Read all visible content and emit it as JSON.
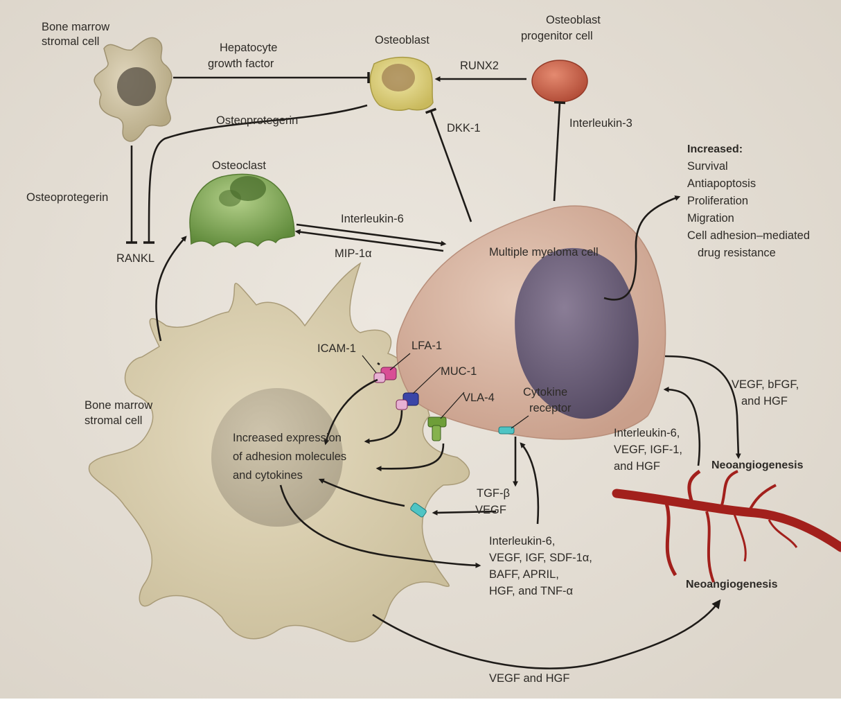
{
  "cells": {
    "stromal_top": [
      "Bone marrow",
      "stromal cell"
    ],
    "osteoblast": "Osteoblast",
    "progenitor": [
      "Osteoblast",
      "progenitor cell"
    ],
    "osteoclast": "Osteoclast",
    "myeloma": "Multiple myeloma cell",
    "stromal_bottom": [
      "Bone marrow",
      "stromal cell"
    ]
  },
  "signals": {
    "hgf_top": [
      "Hepatocyte",
      "growth factor"
    ],
    "runx2": "RUNX2",
    "osteoprotegerin_curve": "Osteoprotegerin",
    "dkk1": "DKK-1",
    "il3": "Interleukin-3",
    "osteoprotegerin_left": "Osteoprotegerin",
    "rankl": "RANKL",
    "il6": "Interleukin-6",
    "mip1a": "MIP-1α",
    "tgfb_vegf": [
      "TGF-β",
      "VEGF"
    ],
    "stromal_secreted": [
      "Interleukin-6,",
      "VEGF, IGF, SDF-1α,",
      "BAFF, APRIL,",
      "HGF, and TNF-α"
    ],
    "myeloma_angio": [
      "VEGF, bFGF,",
      "and HGF"
    ],
    "endothelial_back": [
      "Interleukin-6,",
      "VEGF, IGF-1,",
      "and HGF"
    ],
    "bottom_arc": "VEGF and HGF"
  },
  "receptors": {
    "icam1": "ICAM-1",
    "lfa1": "LFA-1",
    "muc1": "MUC-1",
    "vla4": "VLA-4",
    "cytokine_receptor": [
      "Cytokine",
      "receptor"
    ]
  },
  "expression": [
    "Increased expression",
    "of adhesion molecules",
    "and cytokines"
  ],
  "outcomes": {
    "heading": "Increased:",
    "items": [
      "Survival",
      "Antiapoptosis",
      "Proliferation",
      "Migration",
      "Cell adhesion–mediated",
      "drug resistance"
    ]
  },
  "neo_upper": "Neoangiogenesis",
  "neo_lower": "Neoangiogenesis",
  "colors": {
    "background": "#e7e1d8",
    "stroma": "#d9ceae",
    "myeloma_cytoplasm": "#d9b8a6",
    "myeloma_nucleus": "#6e617d",
    "osteoclast": "#8eb062",
    "osteoblast": "#ddd287",
    "progenitor": "#c85d47",
    "vessel": "#a2201c"
  }
}
